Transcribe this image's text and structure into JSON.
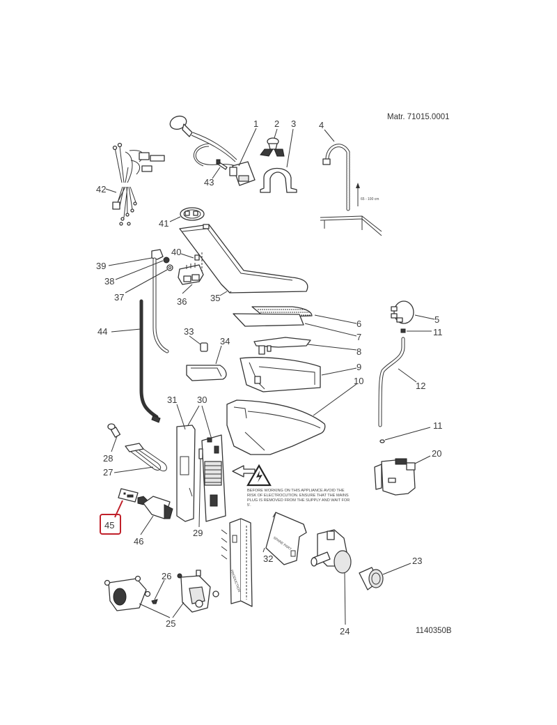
{
  "header": {
    "material_ref": "Matr. 71015.0001"
  },
  "footer": {
    "drawing_code": "1140350B"
  },
  "highlight": {
    "part_number": "45",
    "color": "#c0202a"
  },
  "annotations": {
    "drain_height": "65 - 100 cm",
    "warning_lines": [
      "BEFORE WORKING ON THIS APPLIANCE AVOID THE",
      "RISK OF ELECTROCUTION. ENSURE THAT THE MAINS",
      "PLUG IS REMOVED FROM THE SUPPLY AND WAIT FOR",
      "5'."
    ],
    "cover_marking": "SPARE PART",
    "box_marking": "PRODUCTION"
  },
  "callouts": {
    "p1": "1",
    "p2": "2",
    "p3": "3",
    "p4": "4",
    "p5": "5",
    "p6": "6",
    "p7": "7",
    "p8": "8",
    "p9": "9",
    "p10": "10",
    "p11a": "11",
    "p11b": "11",
    "p12": "12",
    "p20": "20",
    "p23": "23",
    "p24": "24",
    "p25": "25",
    "p26": "26",
    "p27": "27",
    "p28": "28",
    "p29": "29",
    "p30": "30",
    "p31": "31",
    "p32": "32",
    "p33": "33",
    "p34": "34",
    "p35": "35",
    "p36": "36",
    "p37": "37",
    "p38": "38",
    "p39": "39",
    "p40": "40",
    "p41": "41",
    "p42": "42",
    "p43": "43",
    "p44": "44",
    "p45": "45",
    "p46": "46"
  },
  "colors": {
    "line": "#333333",
    "text": "#3a3a3a",
    "highlight": "#c0202a",
    "background": "#ffffff"
  }
}
